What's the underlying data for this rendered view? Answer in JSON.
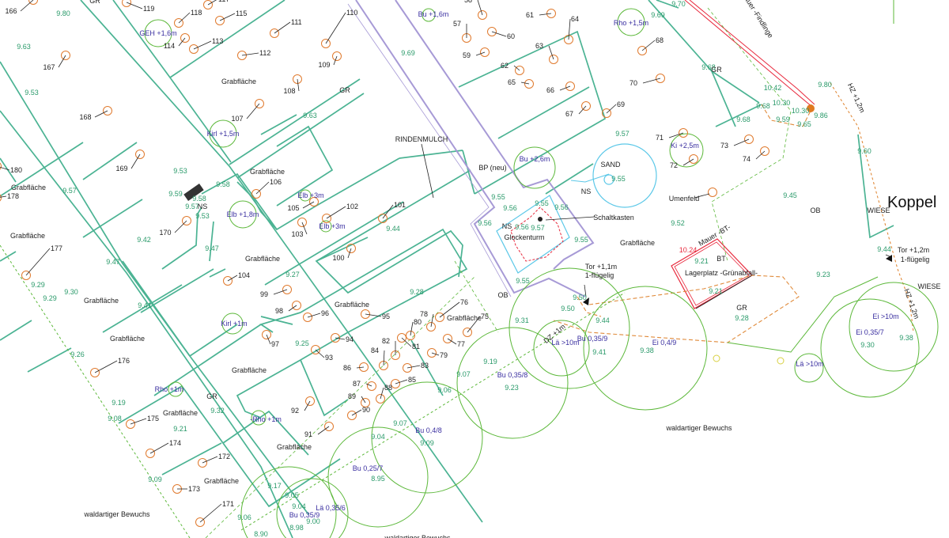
{
  "title": "Koppel",
  "colors": {
    "path": "#4bb393",
    "walkway": "#a79ad6",
    "tree": "#5cb83a",
    "marker": "#e07a2e",
    "water": "#5cc8e8",
    "wall": "#e8283c",
    "hedge": "#e08a3a",
    "elevation": "#2a9a6a",
    "tree_label": "#3a2fa0"
  },
  "graves": [
    "166",
    "119",
    "118",
    "117",
    "115",
    "114",
    "113",
    "112",
    "111",
    "110",
    "109",
    "108",
    "107",
    "167",
    "168",
    "169",
    "170",
    "106",
    "105",
    "102",
    "103",
    "101",
    "100",
    "104",
    "99",
    "98",
    "96",
    "97",
    "94",
    "93",
    "95",
    "76",
    "78",
    "80",
    "82",
    "81",
    "84",
    "77",
    "79",
    "75",
    "86",
    "83",
    "85",
    "87",
    "88",
    "89",
    "90",
    "92",
    "91",
    "176",
    "175",
    "174",
    "172",
    "173",
    "171",
    "177",
    "180",
    "178",
    "58",
    "57",
    "60",
    "59",
    "61",
    "64",
    "63",
    "62",
    "65",
    "66",
    "67",
    "69",
    "68",
    "70",
    "71",
    "72",
    "73",
    "74"
  ],
  "elevations": [
    "9.80",
    "9.63",
    "9.53",
    "9.57",
    "9.53",
    "9.59",
    "9.58",
    "9.57",
    "9.53",
    "9.58",
    "9.42",
    "9.47",
    "9.47",
    "9.29",
    "9.29",
    "9.30",
    "9.41",
    "9.26",
    "9.19",
    "9.08",
    "9.21",
    "9.32",
    "9.09",
    "9.17",
    "9.05",
    "9.04",
    "9.00",
    "8.98",
    "9.06",
    "8.90",
    "9.69",
    "9.63",
    "9.27",
    "9.25",
    "9.28",
    "9.44",
    "9.55",
    "9.55",
    "9.56",
    "9.56",
    "9.56",
    "9.57",
    "9.56",
    "9.55",
    "9.55",
    "9.55",
    "9.57",
    "9.69",
    "9.70",
    "9.68",
    "10.42",
    "10.30",
    "10.30",
    "9.68",
    "9.59",
    "9.65",
    "9.86",
    "9.68",
    "9.80",
    "9.60",
    "9.45",
    "9.52",
    "9.44",
    "9.21",
    "9.21",
    "9.28",
    "9.23",
    "9.38",
    "9.30",
    "9.50",
    "9.50",
    "9.44",
    "9.41",
    "9.38",
    "9.31",
    "9.19",
    "9.07",
    "9.23",
    "9.06",
    "9.07",
    "9.04",
    "9.09",
    "8.95"
  ],
  "wall_elevation": "10.24",
  "area_labels": [
    "Grabfläche",
    "Grabfläche",
    "Grabfläche",
    "Grabfläche",
    "Grabfläche",
    "Grabfläche",
    "Grabfläche",
    "Grabfläche",
    "Grabfläche",
    "Grabfläche",
    "Grabfläche",
    "Grabfläche",
    "Grabfläche",
    "Grabfläche",
    "GR",
    "GR",
    "GR",
    "GR",
    "GR",
    "OB",
    "OB",
    "NS",
    "NS",
    "NS",
    "WIESE",
    "WIESE",
    "BT",
    "Glockenturm",
    "SAND",
    "BP (neu)",
    "RINDENMULCH",
    "Schaltkasten",
    "Umenfeld",
    "Lagerplatz -Grünabfall-",
    "Tor +1,1m",
    "1-flügelig",
    "Tor +1,2m",
    "1-flügelig",
    "waldartiger Bewuchs",
    "waldartiger Bewuchs",
    "waldartiger Bewuchs"
  ],
  "rotated_labels": [
    "Mauer -BT-",
    "Mauer -Findlinge",
    "HZ +1,2m",
    "HZ +1,2m",
    "DZ +1m"
  ],
  "trees": [
    "GEH +1,6m",
    "Kirl +1,5m",
    "Elb +1,8m",
    "Elb +3m",
    "Elb +3m",
    "Kirl +1m",
    "Rho +1m",
    "-Rho +1m",
    "Bu +1,6m",
    "Rho +1,5m",
    "Ki +2,5m",
    "Bu +2,6m",
    "Bu 0,35/8",
    "Bu 0,4/8",
    "Bu 0,25/7",
    "Lä 0,35/6",
    "Bu 0,35/9",
    "Lä >10m",
    "Bu 0,35/9",
    "Ei 0,4/9",
    "Lä >10m",
    "Ei >10m",
    "Ei 0,35/7"
  ]
}
